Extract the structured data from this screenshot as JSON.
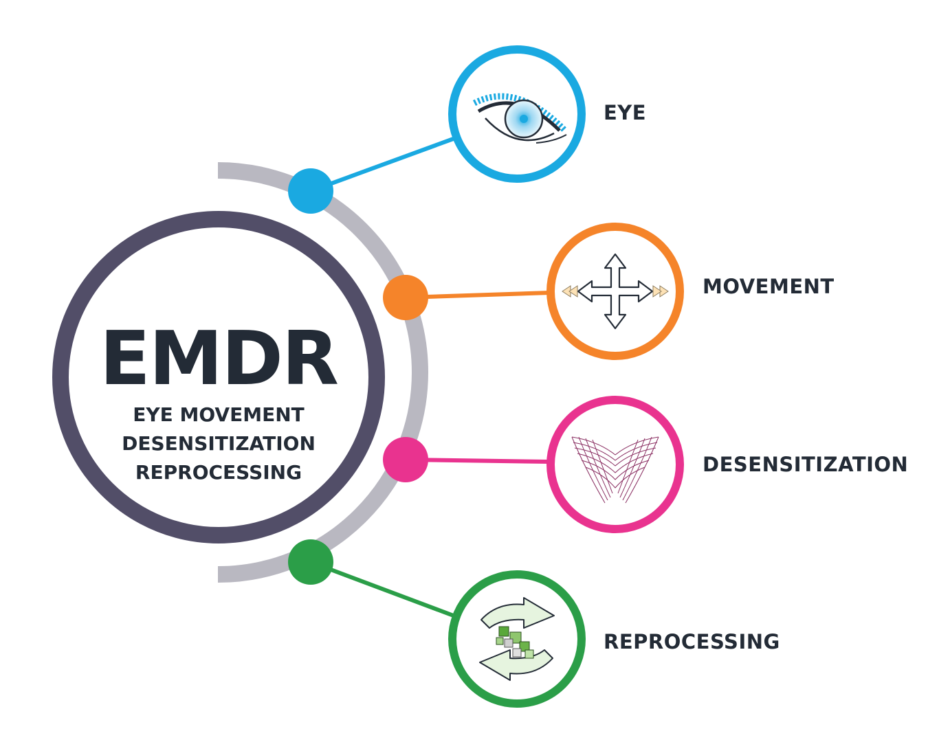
{
  "center": {
    "title": "EMDR",
    "subtitle_lines": [
      "EYE MOVEMENT",
      "DESENSITIZATION",
      "REPROCESSING"
    ],
    "ring_color": "#524e68"
  },
  "arc_color": "#b9b8c1",
  "steps": [
    {
      "label": "EYE",
      "color": "#1aa9e1",
      "icon": "eye-icon"
    },
    {
      "label": "MOVEMENT",
      "color": "#f5842a",
      "icon": "four-way-arrows-icon"
    },
    {
      "label": "DESENSITIZATION",
      "color": "#e9338f",
      "icon": "wave-mesh-icon"
    },
    {
      "label": "REPROCESSING",
      "color": "#2b9e48",
      "icon": "recycle-arrows-icon"
    }
  ]
}
